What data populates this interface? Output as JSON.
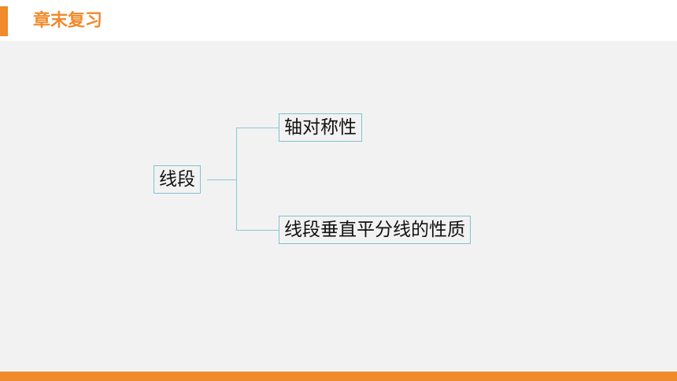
{
  "header": {
    "title": "章末复习"
  },
  "diagram": {
    "root": "线段",
    "branches": [
      "轴对称性",
      "线段垂直平分线的性质"
    ]
  },
  "colors": {
    "accent": "#f08a2b",
    "background": "#f2f2f2",
    "connector": "#8cc8d6",
    "node_border": "#7fc3cf"
  }
}
